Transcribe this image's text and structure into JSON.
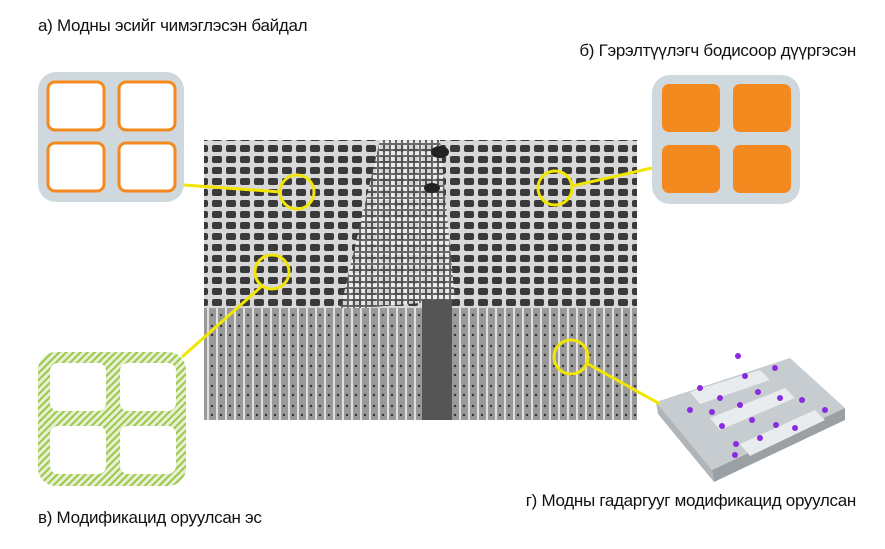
{
  "labels": {
    "a": "а) Модны эсийг чимэглэсэн байдал",
    "b": "б) Гэрэлтүүлэгч бодисоор дүүргэсэн",
    "c": "в) Модификацид оруулсан эс",
    "d": "г) Модны гадаргууг модификацид оруулсан"
  },
  "colors": {
    "callout": "#f2e600",
    "cell_wall": "#cfd9dd",
    "orange": "#f4891f",
    "green": "#9cc84a",
    "dot": "#8a2be2"
  }
}
